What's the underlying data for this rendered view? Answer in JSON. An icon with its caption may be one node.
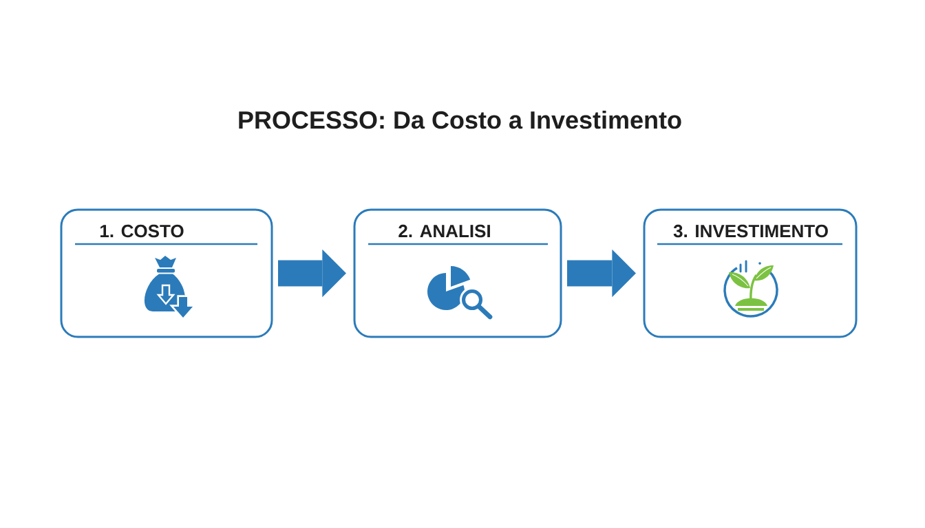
{
  "diagram": {
    "title": "PROCESSO: Da Costo a Investimento",
    "nodes": [
      {
        "text": [
          "1. COSTO"
        ]
      },
      {
        "text": [
          "2. ANALISI"
        ]
      },
      {
        "text": [
          "3. INVESTIMENTO"
        ]
      }
    ],
    "edges": [
      {
        "from": 0,
        "to": 1,
        "arrow": "to"
      },
      {
        "from": 1,
        "to": 2,
        "arrow": "to"
      }
    ]
  }
}
